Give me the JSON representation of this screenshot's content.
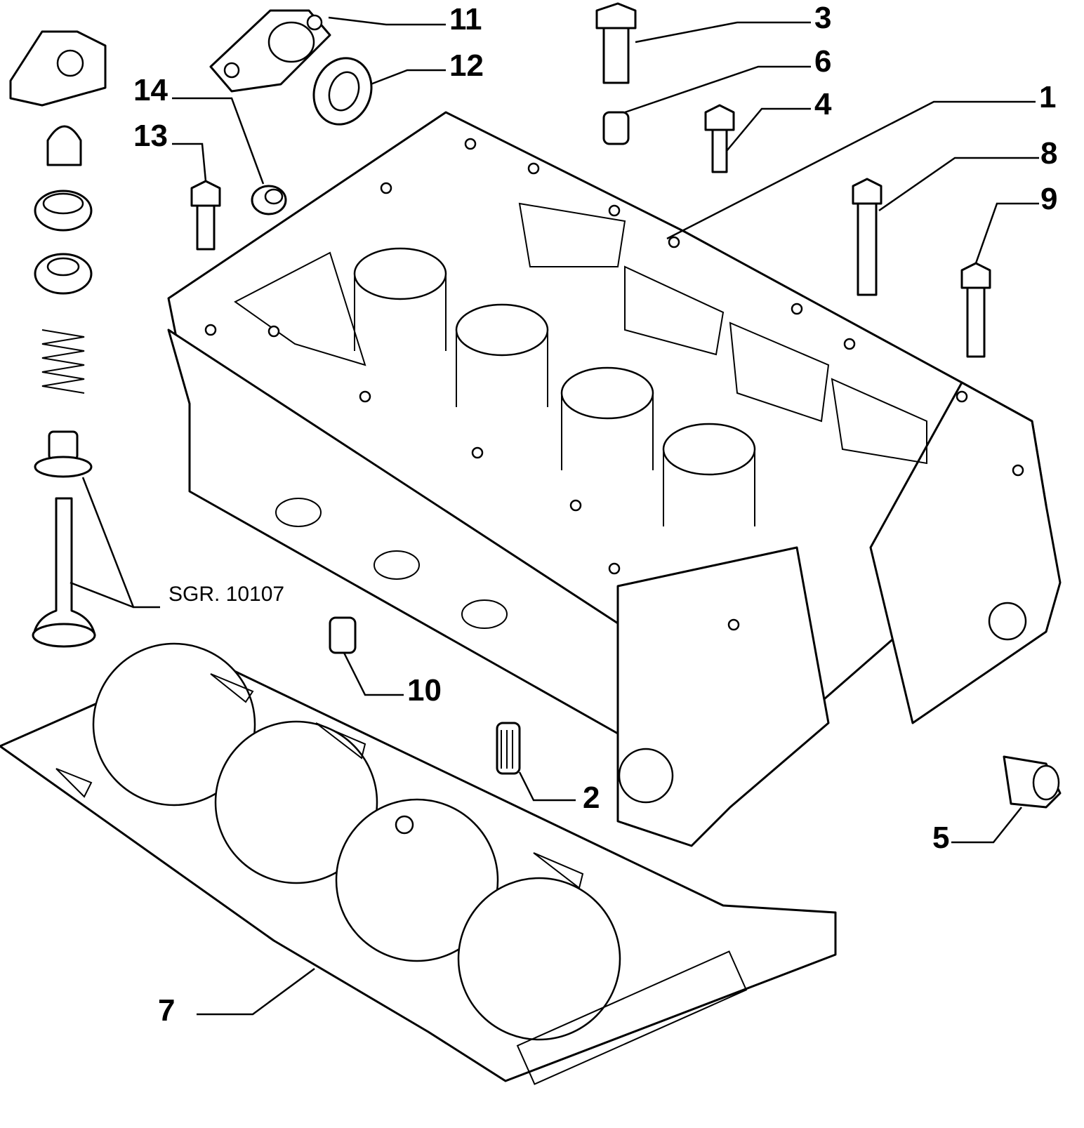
{
  "callouts": {
    "c1": "1",
    "c2": "2",
    "c3": "3",
    "c4": "4",
    "c5": "5",
    "c6": "6",
    "c7": "7",
    "c8": "8",
    "c9": "9",
    "c10": "10",
    "c11": "11",
    "c12": "12",
    "c13": "13",
    "c14": "14"
  },
  "group_reference": "SGR. 10107"
}
